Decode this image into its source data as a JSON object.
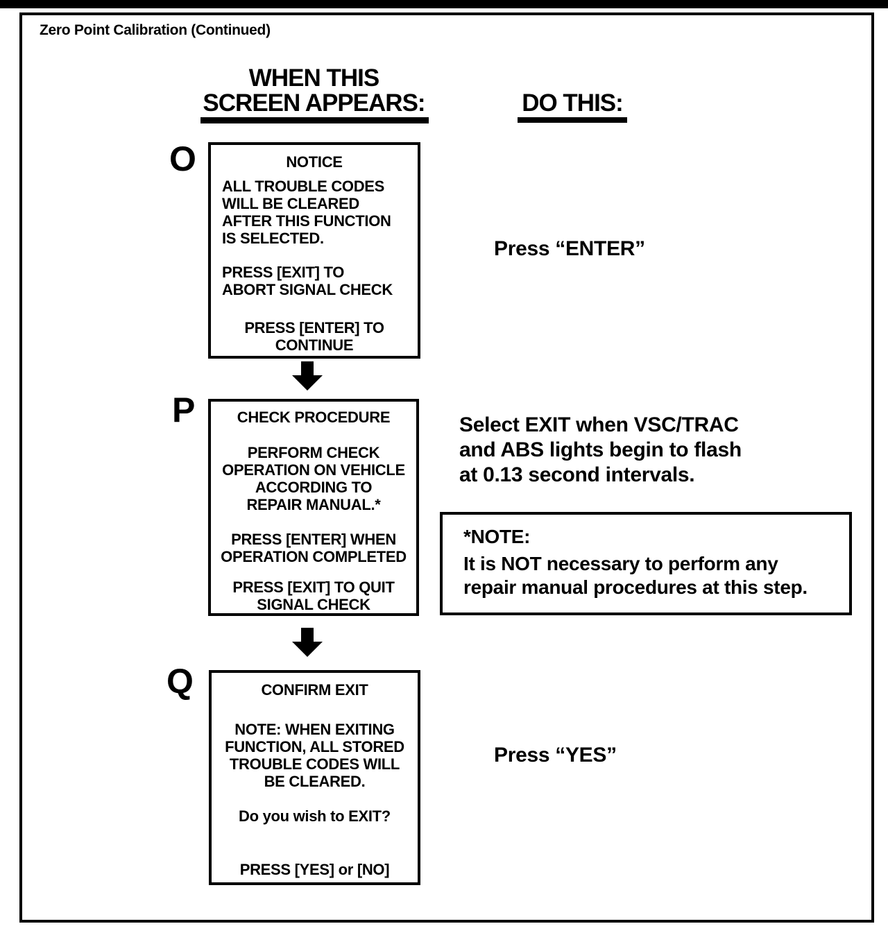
{
  "colors": {
    "ink": "#000000",
    "paper": "#ffffff"
  },
  "doc": {
    "title": "Zero Point Calibration (Continued)"
  },
  "columns": {
    "when": {
      "line1": "WHEN THIS",
      "line2": "SCREEN APPEARS:"
    },
    "do": {
      "label": "DO THIS:"
    }
  },
  "steps": [
    {
      "letter": "O",
      "screen_title": "NOTICE",
      "screen_paragraphs": {
        "p1": [
          "ALL TROUBLE CODES",
          "WILL BE CLEARED",
          "AFTER THIS FUNCTION",
          "IS SELECTED."
        ],
        "p2": [
          "PRESS [EXIT] TO",
          "ABORT SIGNAL CHECK"
        ],
        "p3": [
          "PRESS [ENTER] TO",
          "CONTINUE"
        ]
      },
      "instruction": [
        "Press “ENTER”"
      ]
    },
    {
      "letter": "P",
      "screen_title": "CHECK PROCEDURE",
      "screen_paragraphs": {
        "p1": [
          "PERFORM CHECK",
          "OPERATION ON VEHICLE",
          "ACCORDING TO",
          "REPAIR MANUAL.*"
        ],
        "p2": [
          "PRESS [ENTER] WHEN",
          "OPERATION COMPLETED"
        ],
        "p3": [
          "PRESS [EXIT] TO QUIT",
          "SIGNAL CHECK"
        ]
      },
      "instruction": [
        "Select EXIT when VSC/TRAC",
        "and ABS lights begin to flash",
        "at 0.13 second intervals."
      ]
    },
    {
      "letter": "Q",
      "screen_title": "CONFIRM EXIT",
      "screen_paragraphs": {
        "p1": [
          "NOTE: WHEN EXITING",
          "FUNCTION, ALL STORED",
          "TROUBLE CODES WILL",
          "BE CLEARED."
        ],
        "p2": [
          "Do you wish to EXIT?"
        ],
        "p3": [
          "PRESS [YES] or [NO]"
        ]
      },
      "instruction": [
        "Press “YES”"
      ]
    }
  ],
  "note_box": {
    "heading": "*NOTE:",
    "body": [
      "It is NOT necessary to perform any",
      "repair manual procedures at this step."
    ]
  }
}
